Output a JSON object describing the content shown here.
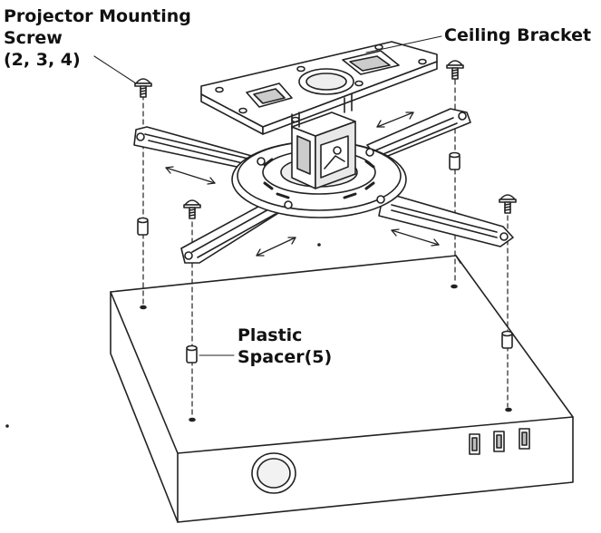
{
  "labels": {
    "screw": {
      "line1": "Projector Mounting",
      "line2": "Screw",
      "line3": "(2, 3, 4)"
    },
    "bracket": "Ceiling Bracket",
    "spacer": {
      "line1": "Plastic",
      "line2": "Spacer(5)"
    }
  },
  "colors": {
    "stroke": "#222222",
    "fill": "#ffffff",
    "shade": "#d9d9d9"
  }
}
